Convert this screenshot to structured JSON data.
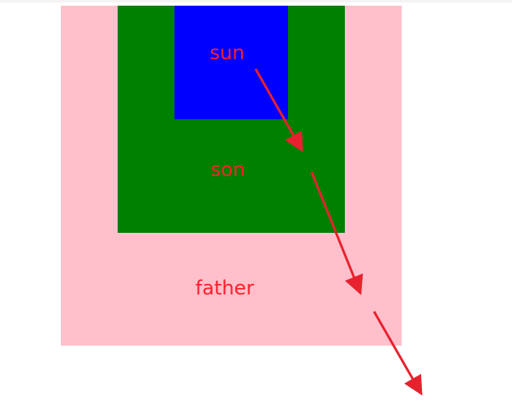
{
  "labels": {
    "sun": "sun",
    "son": "son",
    "father": "father"
  },
  "colors": {
    "father": "#ffc0cb",
    "son": "#008000",
    "sun": "#0000ff",
    "label_text": "#ff1f2d",
    "arrow": "#e8212e"
  }
}
